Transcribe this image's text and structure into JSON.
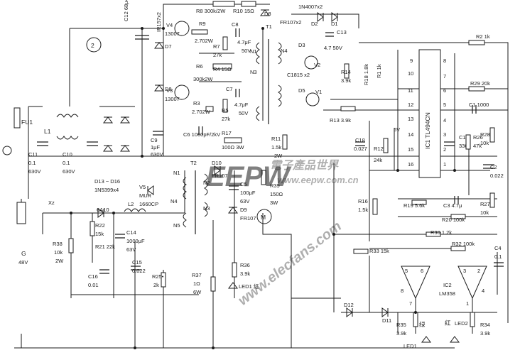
{
  "figure_number": "2",
  "labels": {
    "fu1": "FU1",
    "l1": "L1",
    "c11": "C11",
    "c11_val": "0.1",
    "c11_v": "630V",
    "c10": "C10",
    "c10_val": "0.1",
    "c10_v": "630V",
    "d13_16": "D13 ~ D16",
    "d13_16_part": "1N5399x4",
    "c12": "C12 68μ450V",
    "ir157": "IR157x2",
    "d7": "D7",
    "d8": "D8",
    "r8": "R8  300k/2W",
    "r10": "R10  15Ω",
    "d8b": "D8",
    "v4": "V4",
    "v4_part": "13007",
    "r9": "R9",
    "r9_val": "2.702W",
    "c8": "C8",
    "c8_val": "4.7μF",
    "c8_v": "50V",
    "r7": "R7",
    "r7_val": "27k",
    "t1": "T1",
    "fr107x2": "FR107x2",
    "n4": "N4",
    "n1": "N1",
    "n3": "N3",
    "r6": "R6",
    "r6_val": "300k2W",
    "r4": "R4  15Ω",
    "v3": "V3",
    "v3_part": "13007",
    "c7": "C7",
    "c7_val": "4.7μF",
    "c7_v": "50V",
    "r3": "R3",
    "r3_val": "2.702W",
    "r5": "R5",
    "r5_val": "27k",
    "c6": "C6  1060pF/2kV",
    "c9": "C9",
    "c9_val": "1μF",
    "c9_v": "630V",
    "r17": "R17",
    "r17_val": "100Ω 3W",
    "r11": "R11",
    "r11_val": "1.5k",
    "r11_w": "2W",
    "in4007": "1N4007x2",
    "d2": "D2",
    "d1": "D1",
    "c13": "C13",
    "c13_val": "4.7  50V",
    "d3": "D3",
    "v2": "V2",
    "c1815": "C1815 x2",
    "d5": "D5",
    "v1": "V1",
    "r14": "R14",
    "r14_val": "3.9k",
    "r18": "R18  1.8k",
    "r1": "R1  1k",
    "r13": "R13  3.9k",
    "r2": "R2  1k",
    "r29": "R29  20k",
    "c1": "C1  1000",
    "r28": "R28",
    "r28_val": "10k",
    "c18": "C18",
    "c18_val": "0.027",
    "r12": "R12",
    "r12_val": "24k",
    "v5v": "5V",
    "c17": "C17",
    "c17_val": "330",
    "r26": "R26",
    "r26_val": "47k",
    "ic1": "IC1  TL494CN",
    "c2": "C2",
    "c2_val": "0.022",
    "r27": "R27",
    "r27_val": "10k",
    "n1b": "N1",
    "t2": "T2",
    "d10": "D10",
    "fr107": "FR107",
    "n2": "N2",
    "n4b": "N4",
    "v5": "V5",
    "v5_part1": "MUR",
    "v5_part2": "1660CP",
    "n3b": "N3",
    "n5": "N5",
    "c5": "C5",
    "c5_val": "100μF",
    "c5_v": "63V",
    "d9": "D9",
    "d9_part": "FR107",
    "r39": "R39",
    "r39_val": "150Ω",
    "r39_w": "3W",
    "motor": "M",
    "r16": "R16",
    "r16_val": "1.5k",
    "r19": "R19  5.6k",
    "c3": "C3  4.7μ",
    "r20": "R20  100k",
    "r30": "R30  1.2k",
    "g": "G",
    "g_v": "48V",
    "xz": "Xz",
    "d6": "6A10",
    "l2": "L2",
    "r22": "R22",
    "r22_val": "15k",
    "c14": "C14",
    "c14_val": "1000μF",
    "c14_v": "63V",
    "r38": "R38",
    "r38_val": "10k",
    "r38_w": "2W",
    "r21": "R21  22k",
    "c16": "C16",
    "c16_val": "0.01",
    "c15": "C15",
    "c15_val": "0.022",
    "r25": "R25•",
    "r25_val": "2k",
    "r37": "R37",
    "r37_val": "1Ω",
    "r37_w": "6W",
    "r36": "R36",
    "r36_val": "3.9k",
    "led1_red": "LED1 红",
    "r33": "R33  15k",
    "r32": "R32  100k",
    "c4": "C4",
    "c4_val": "0.1",
    "ic2": "IC2",
    "ic2_part": "LM358",
    "d12": "D12",
    "d11": "D11",
    "r35": "R35",
    "r35_val": "3.9k",
    "green": "绿",
    "led1": "LED1",
    "red": "红",
    "led02": "LED2",
    "r34": "R34",
    "r34_val": "3.9k",
    "pin_5": "5",
    "pin_6": "6",
    "pin_7": "7",
    "pin_8": "8",
    "pin_3": "3",
    "pin_2": "2",
    "pin_1": "1",
    "pin_4": "4",
    "ic1_pin_9": "9",
    "ic1_pin_10": "10",
    "ic1_pin_11": "11",
    "ic1_pin_12": "12",
    "ic1_pin_13": "13",
    "ic1_pin_14": "14",
    "ic1_pin_15": "15",
    "ic1_pin_16": "16",
    "ic1_pin_8": "8",
    "ic1_pin_7": "7",
    "ic1_pin_6": "6",
    "ic1_pin_5": "5",
    "ic1_pin_4": "4",
    "ic1_pin_3": "3",
    "ic1_pin_2": "2",
    "ic1_pin_1": "1"
  },
  "watermark": {
    "logo": "EEPW",
    "cn": "電子產品世界",
    "url": "www.elecfans.com",
    "url2": "www.eepw.com.cn"
  }
}
